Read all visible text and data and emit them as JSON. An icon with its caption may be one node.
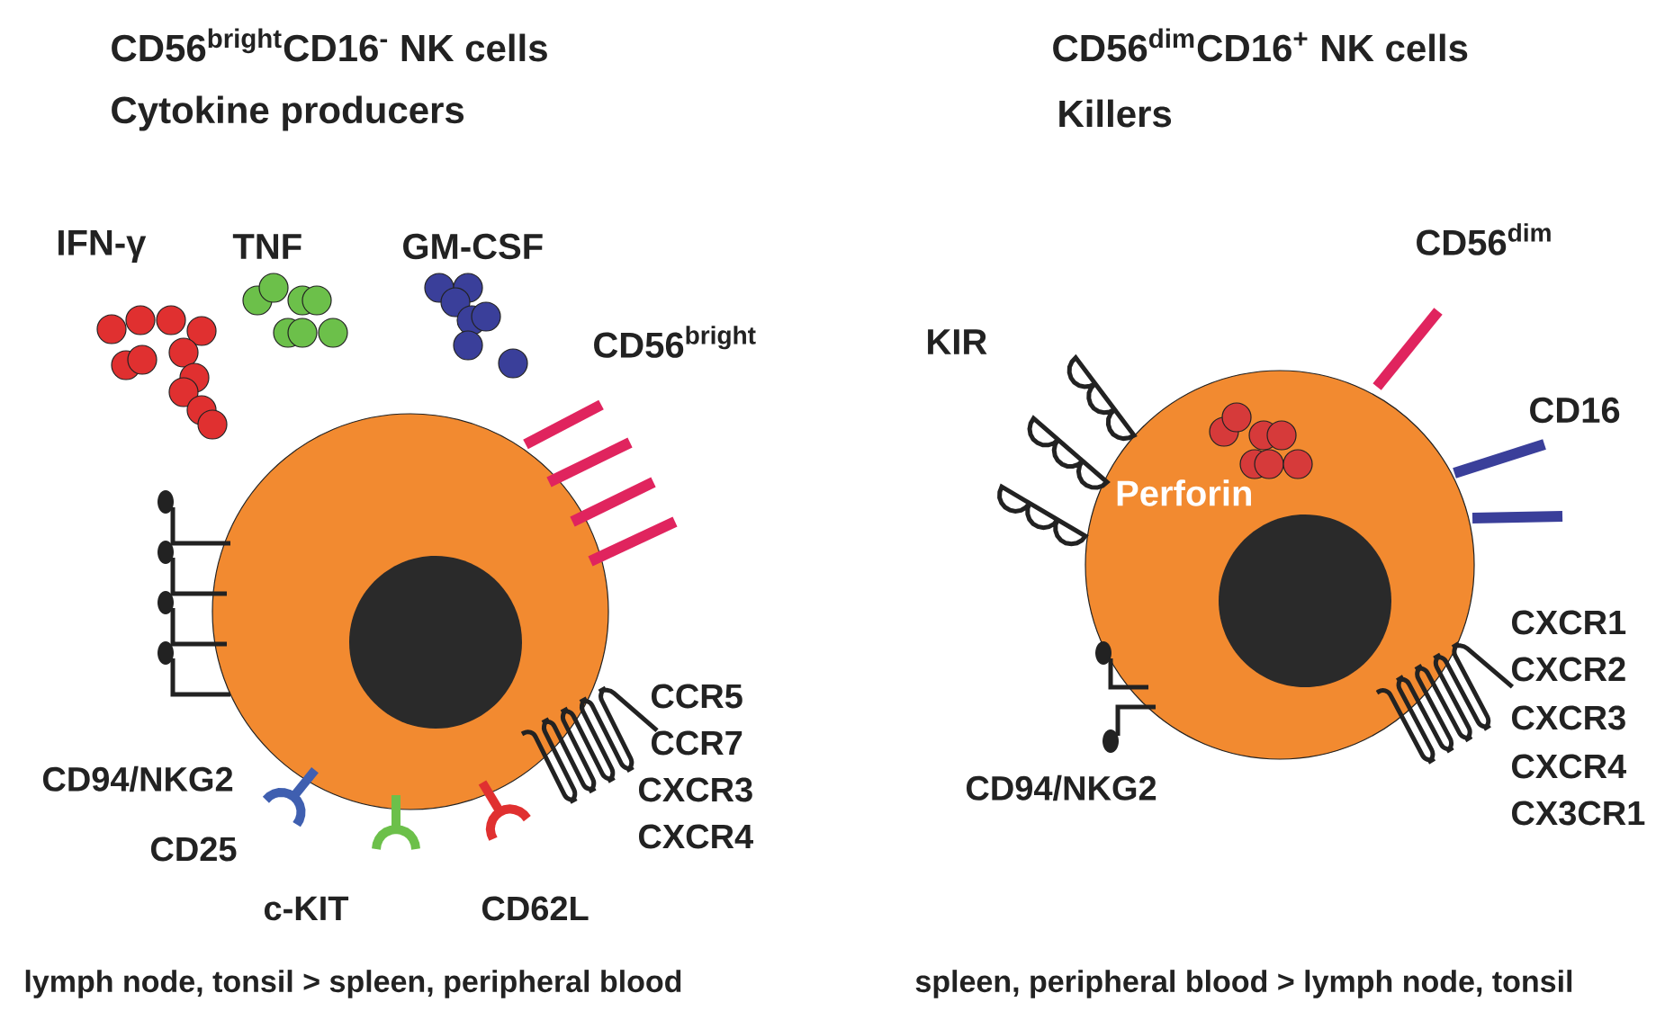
{
  "diagram": {
    "nodes": [
      {
        "text": [],
        "shape": "circle"
      },
      {
        "text": [],
        "shape": "circle",
        "in": 0
      },
      {
        "text": [
          "Perforin"
        ]
      },
      {
        "text": [],
        "shape": "circle",
        "in": 2
      }
    ],
    "labels": [
      "CD56$^{bright}$CD16$^{-}$ NK cells",
      "Cytokine producers",
      "IFN-γ",
      "TNF",
      "GM-CSF",
      "CD56$^{bright}$",
      "CCR5",
      "CCR7",
      "CXCR3",
      "CXCR4",
      "CD94/NKG2",
      "CD25",
      "c-KIT",
      "CD62L",
      "lymph node, tonsil > spleen, peripheral blood",
      "CD56$^{dim}$CD16$^{+}$ NK cells",
      "Killers",
      "CD56$^{dim}$",
      "KIR",
      "CD16",
      "CXCR1",
      "CXCR2",
      "CXCR3",
      "CXCR4",
      "CX3CR1",
      "CD94/NKG2",
      "spleen, peripheral blood > lymph node, tonsil"
    ]
  }
}
